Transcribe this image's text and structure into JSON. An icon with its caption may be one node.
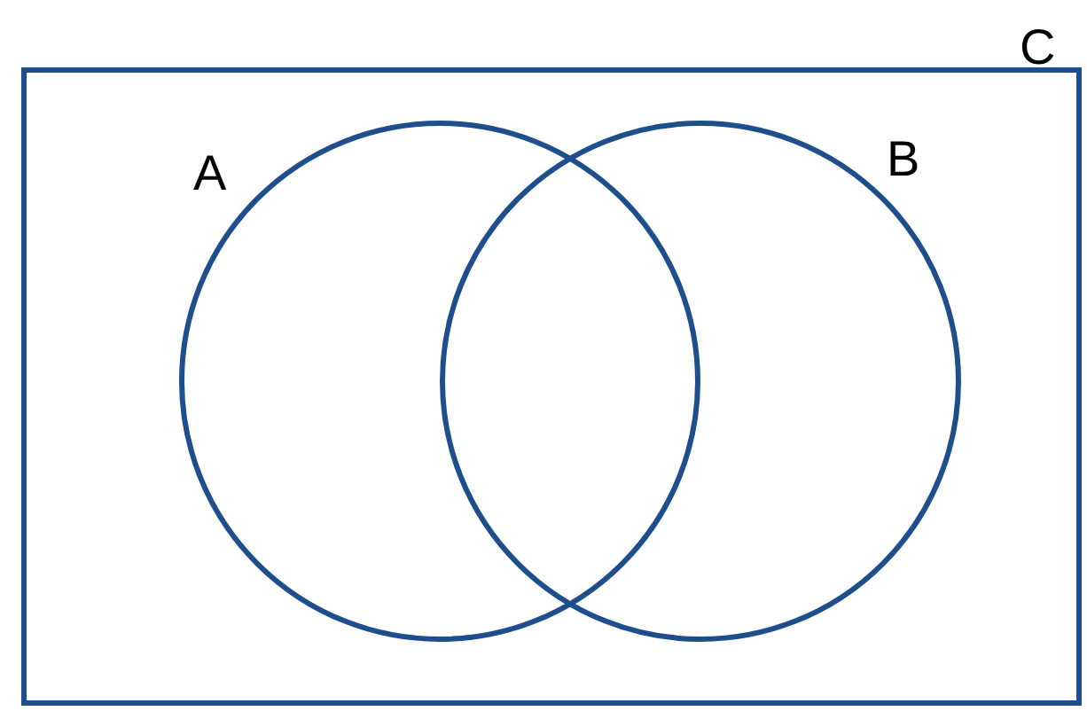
{
  "diagram": {
    "nodes": [
      {
        "text": [
          "C"
        ]
      },
      {
        "text": [
          "A"
        ],
        "in": 0
      },
      {
        "text": [
          "B"
        ],
        "in": 0
      }
    ]
  }
}
